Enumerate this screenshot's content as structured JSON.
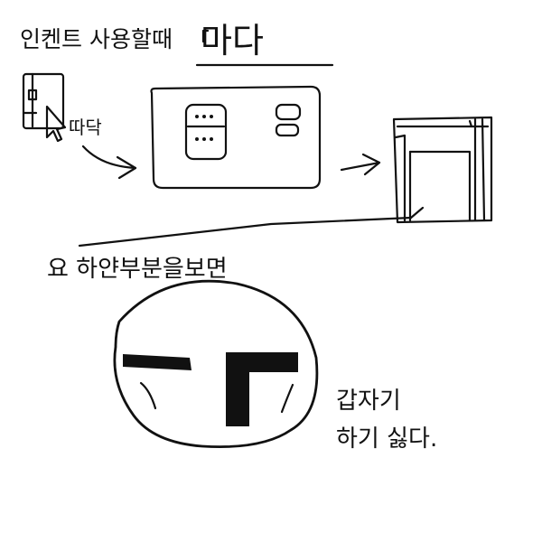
{
  "title": {
    "line": "인켄트 사용할때",
    "emphasis": "마다"
  },
  "step_label": "따닥",
  "mid_caption": "요 하얀부분을보면",
  "reaction": {
    "line1": "갑자기",
    "line2": "하기 싫다."
  },
  "colors": {
    "ink": "#111111",
    "paper": "#ffffff"
  }
}
